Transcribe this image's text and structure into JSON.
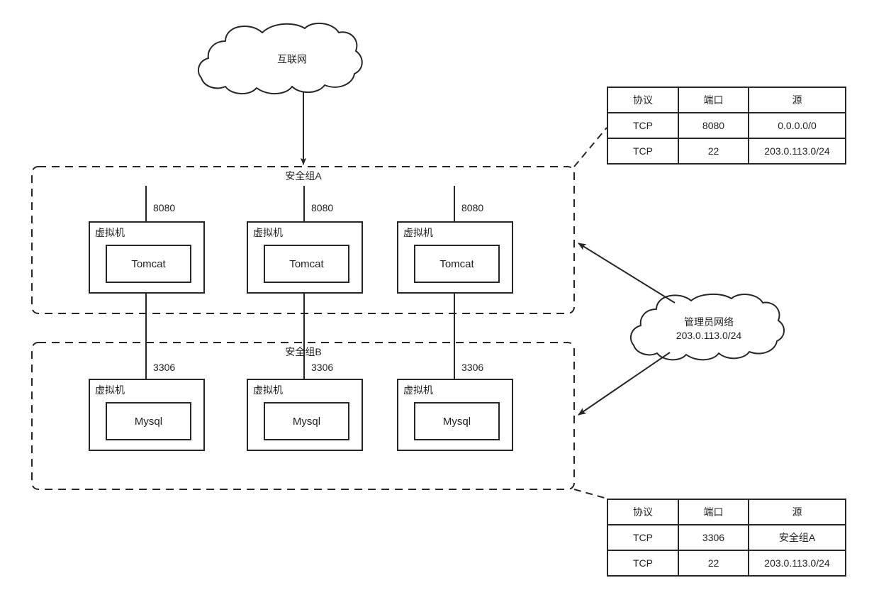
{
  "diagram": {
    "title_internet_cloud": "互联网",
    "admin_cloud": {
      "line1": "管理员网络",
      "line2": "203.0.113.0/24"
    },
    "security_groups": [
      {
        "id": "sg-a",
        "label": "安全组A"
      },
      {
        "id": "sg-b",
        "label": "安全组B"
      }
    ],
    "vm_label": "虚拟机",
    "tier_a": {
      "app_label": "Tomcat",
      "port_label": "8080",
      "instances": [
        "Tomcat",
        "Tomcat",
        "Tomcat"
      ],
      "ports": [
        "8080",
        "8080",
        "8080"
      ]
    },
    "tier_b": {
      "app_label": "Mysql",
      "port_label": "3306",
      "instances": [
        "Mysql",
        "Mysql",
        "Mysql"
      ],
      "ports": [
        "3306",
        "3306",
        "3306"
      ]
    },
    "vm_labels": [
      "虚拟机",
      "虚拟机",
      "虚拟机",
      "虚拟机",
      "虚拟机",
      "虚拟机"
    ],
    "rule_tables": [
      {
        "id": "sg-a-rules",
        "headers": [
          "协议",
          "端口",
          "源"
        ],
        "rows": [
          [
            "TCP",
            "8080",
            "0.0.0.0/0"
          ],
          [
            "TCP",
            "22",
            "203.0.113.0/24"
          ]
        ]
      },
      {
        "id": "sg-b-rules",
        "headers": [
          "协议",
          "端口",
          "源"
        ],
        "rows": [
          [
            "TCP",
            "3306",
            "安全组A"
          ],
          [
            "TCP",
            "22",
            "203.0.113.0/24"
          ]
        ]
      }
    ],
    "colors": {
      "stroke": "#262626",
      "background": "#ffffff",
      "text": "#1f1f1f"
    }
  }
}
